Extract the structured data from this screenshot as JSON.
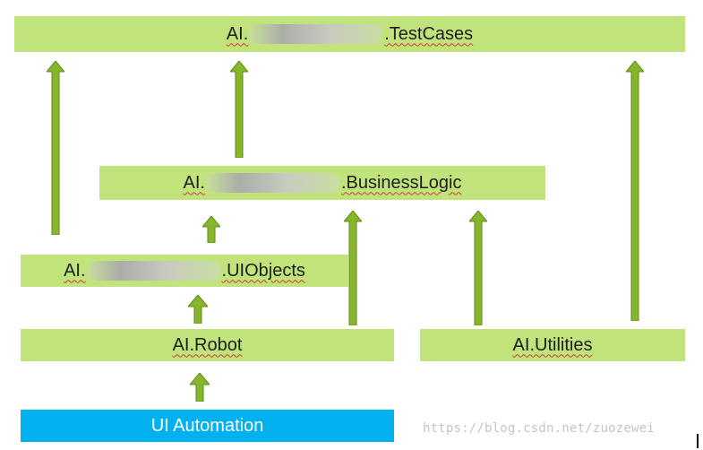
{
  "boxes": {
    "testcases": {
      "prefix": "AI.",
      "suffix": ".TestCases"
    },
    "businesslogic": {
      "prefix": "AI.",
      "suffix": ".BusinessLogic"
    },
    "uiobjects": {
      "prefix": "AI.",
      "suffix": ".UIObjects"
    },
    "robot": {
      "label": "AI.Robot"
    },
    "utilities": {
      "label": "AI.Utilities"
    },
    "uiautomation": {
      "label": "UI Automation"
    }
  },
  "watermark": "https://blog.csdn.net/zuozewei",
  "colors": {
    "box": "#c0e37b",
    "box_blue": "#00b0ef",
    "arrow": "#86b72b",
    "arrow_outline": "#5f8a1b"
  }
}
